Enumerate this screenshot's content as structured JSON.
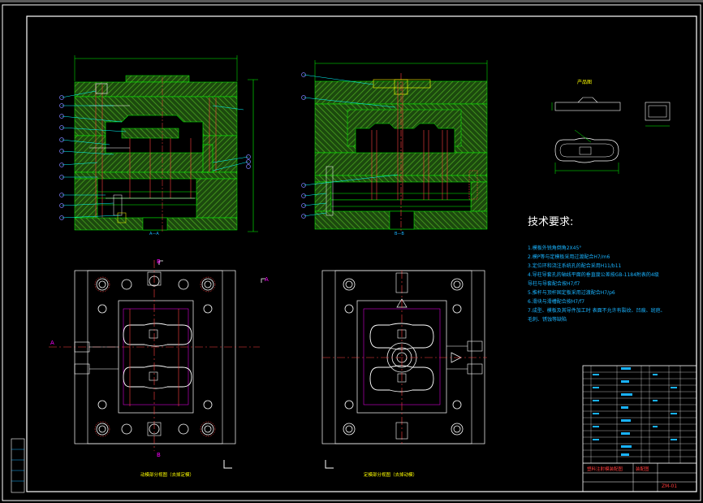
{
  "drawing": {
    "border_color": "#ffffff",
    "hatch_color": "#3a9a1a",
    "dim_color": "#00ff00",
    "leader_color": "#00ffff",
    "label_color": "#19b3ff",
    "caption_color": "#ffff00",
    "red_line_color": "#ff0000",
    "magenta_color": "#ff00ff"
  },
  "tech_requirements": {
    "title": "技术要求:",
    "items": [
      "1.模板外锐角倒角2X45°",
      "2.模P等与定模板采用过渡配合H7/m6",
      "3.定位环和浇注系统孔的配合采用H11/b11",
      "4.导柱导套孔的轴线平面的垂直度公差按GB-1184附表的4级",
      "   导柱与导套配合按H7/f7",
      "5.推杆与顶杆固定板采用过渡配合H7/p6",
      "6.滑块与滑槽配合按H7/f7",
      "7.成型、模板及其导件加工时  表面不允许有裂纹、凹痕、斑疤、",
      "   毛刺、锈蚀等缺陷"
    ]
  },
  "section_labels": {
    "a_a": "A—A",
    "b_b": "B—B",
    "a_left": "A",
    "a_right": "A",
    "b_top": "B",
    "b_bottom": "B",
    "detail": "产品图"
  },
  "captions": {
    "moving_half": "动模部分视图（去掉定模）",
    "fixed_half": "定模部分视图（去掉动模）"
  },
  "title_block": {
    "header": "塑料注射模装配图",
    "red_label": "装配图",
    "sheet_code": "ZM-01"
  }
}
